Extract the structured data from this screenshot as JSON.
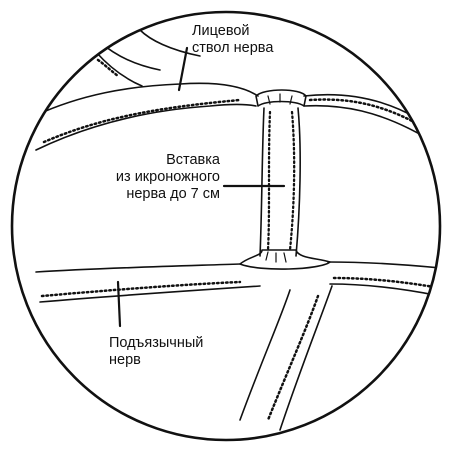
{
  "labels": {
    "facial_trunk": [
      "Лицевой",
      "ствол нерва"
    ],
    "graft": [
      "Вставка",
      "из икроножного",
      "нерва до 7 см"
    ],
    "hypoglossal": [
      "Подъязычный",
      "нерв"
    ]
  },
  "colors": {
    "line": "#111111",
    "background": "#ffffff"
  }
}
